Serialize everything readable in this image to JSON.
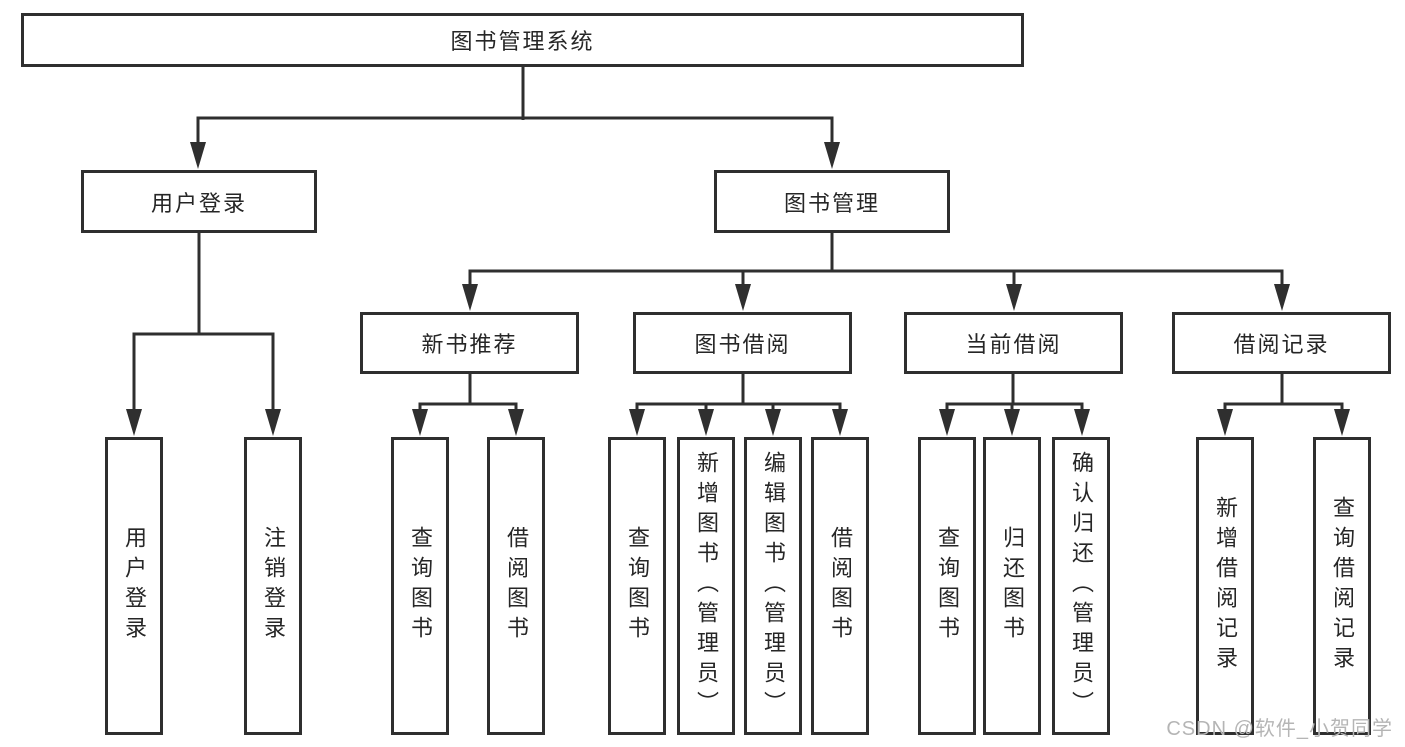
{
  "watermark": {
    "text": "CSDN @软件_小贺同学"
  },
  "colors": {
    "line": "#2f2f2f",
    "text": "#262626",
    "background": "#ffffff",
    "watermark": "#b5b5b5"
  },
  "tree": {
    "root": {
      "label": "图书管理系统",
      "children": [
        {
          "label": "用户登录",
          "children": [
            {
              "label": "用户登录"
            },
            {
              "label": "注销登录"
            }
          ]
        },
        {
          "label": "图书管理",
          "children": [
            {
              "label": "新书推荐",
              "children": [
                {
                  "label": "查询图书"
                },
                {
                  "label": "借阅图书"
                }
              ]
            },
            {
              "label": "图书借阅",
              "children": [
                {
                  "label": "查询图书"
                },
                {
                  "label": "新增图书（管理员）"
                },
                {
                  "label": "编辑图书（管理员）"
                },
                {
                  "label": "借阅图书"
                }
              ]
            },
            {
              "label": "当前借阅",
              "children": [
                {
                  "label": "查询图书"
                },
                {
                  "label": "归还图书"
                },
                {
                  "label": "确认归还（管理员）"
                }
              ]
            },
            {
              "label": "借阅记录",
              "children": [
                {
                  "label": "新增借阅记录"
                },
                {
                  "label": "查询借阅记录"
                }
              ]
            }
          ]
        }
      ]
    }
  }
}
